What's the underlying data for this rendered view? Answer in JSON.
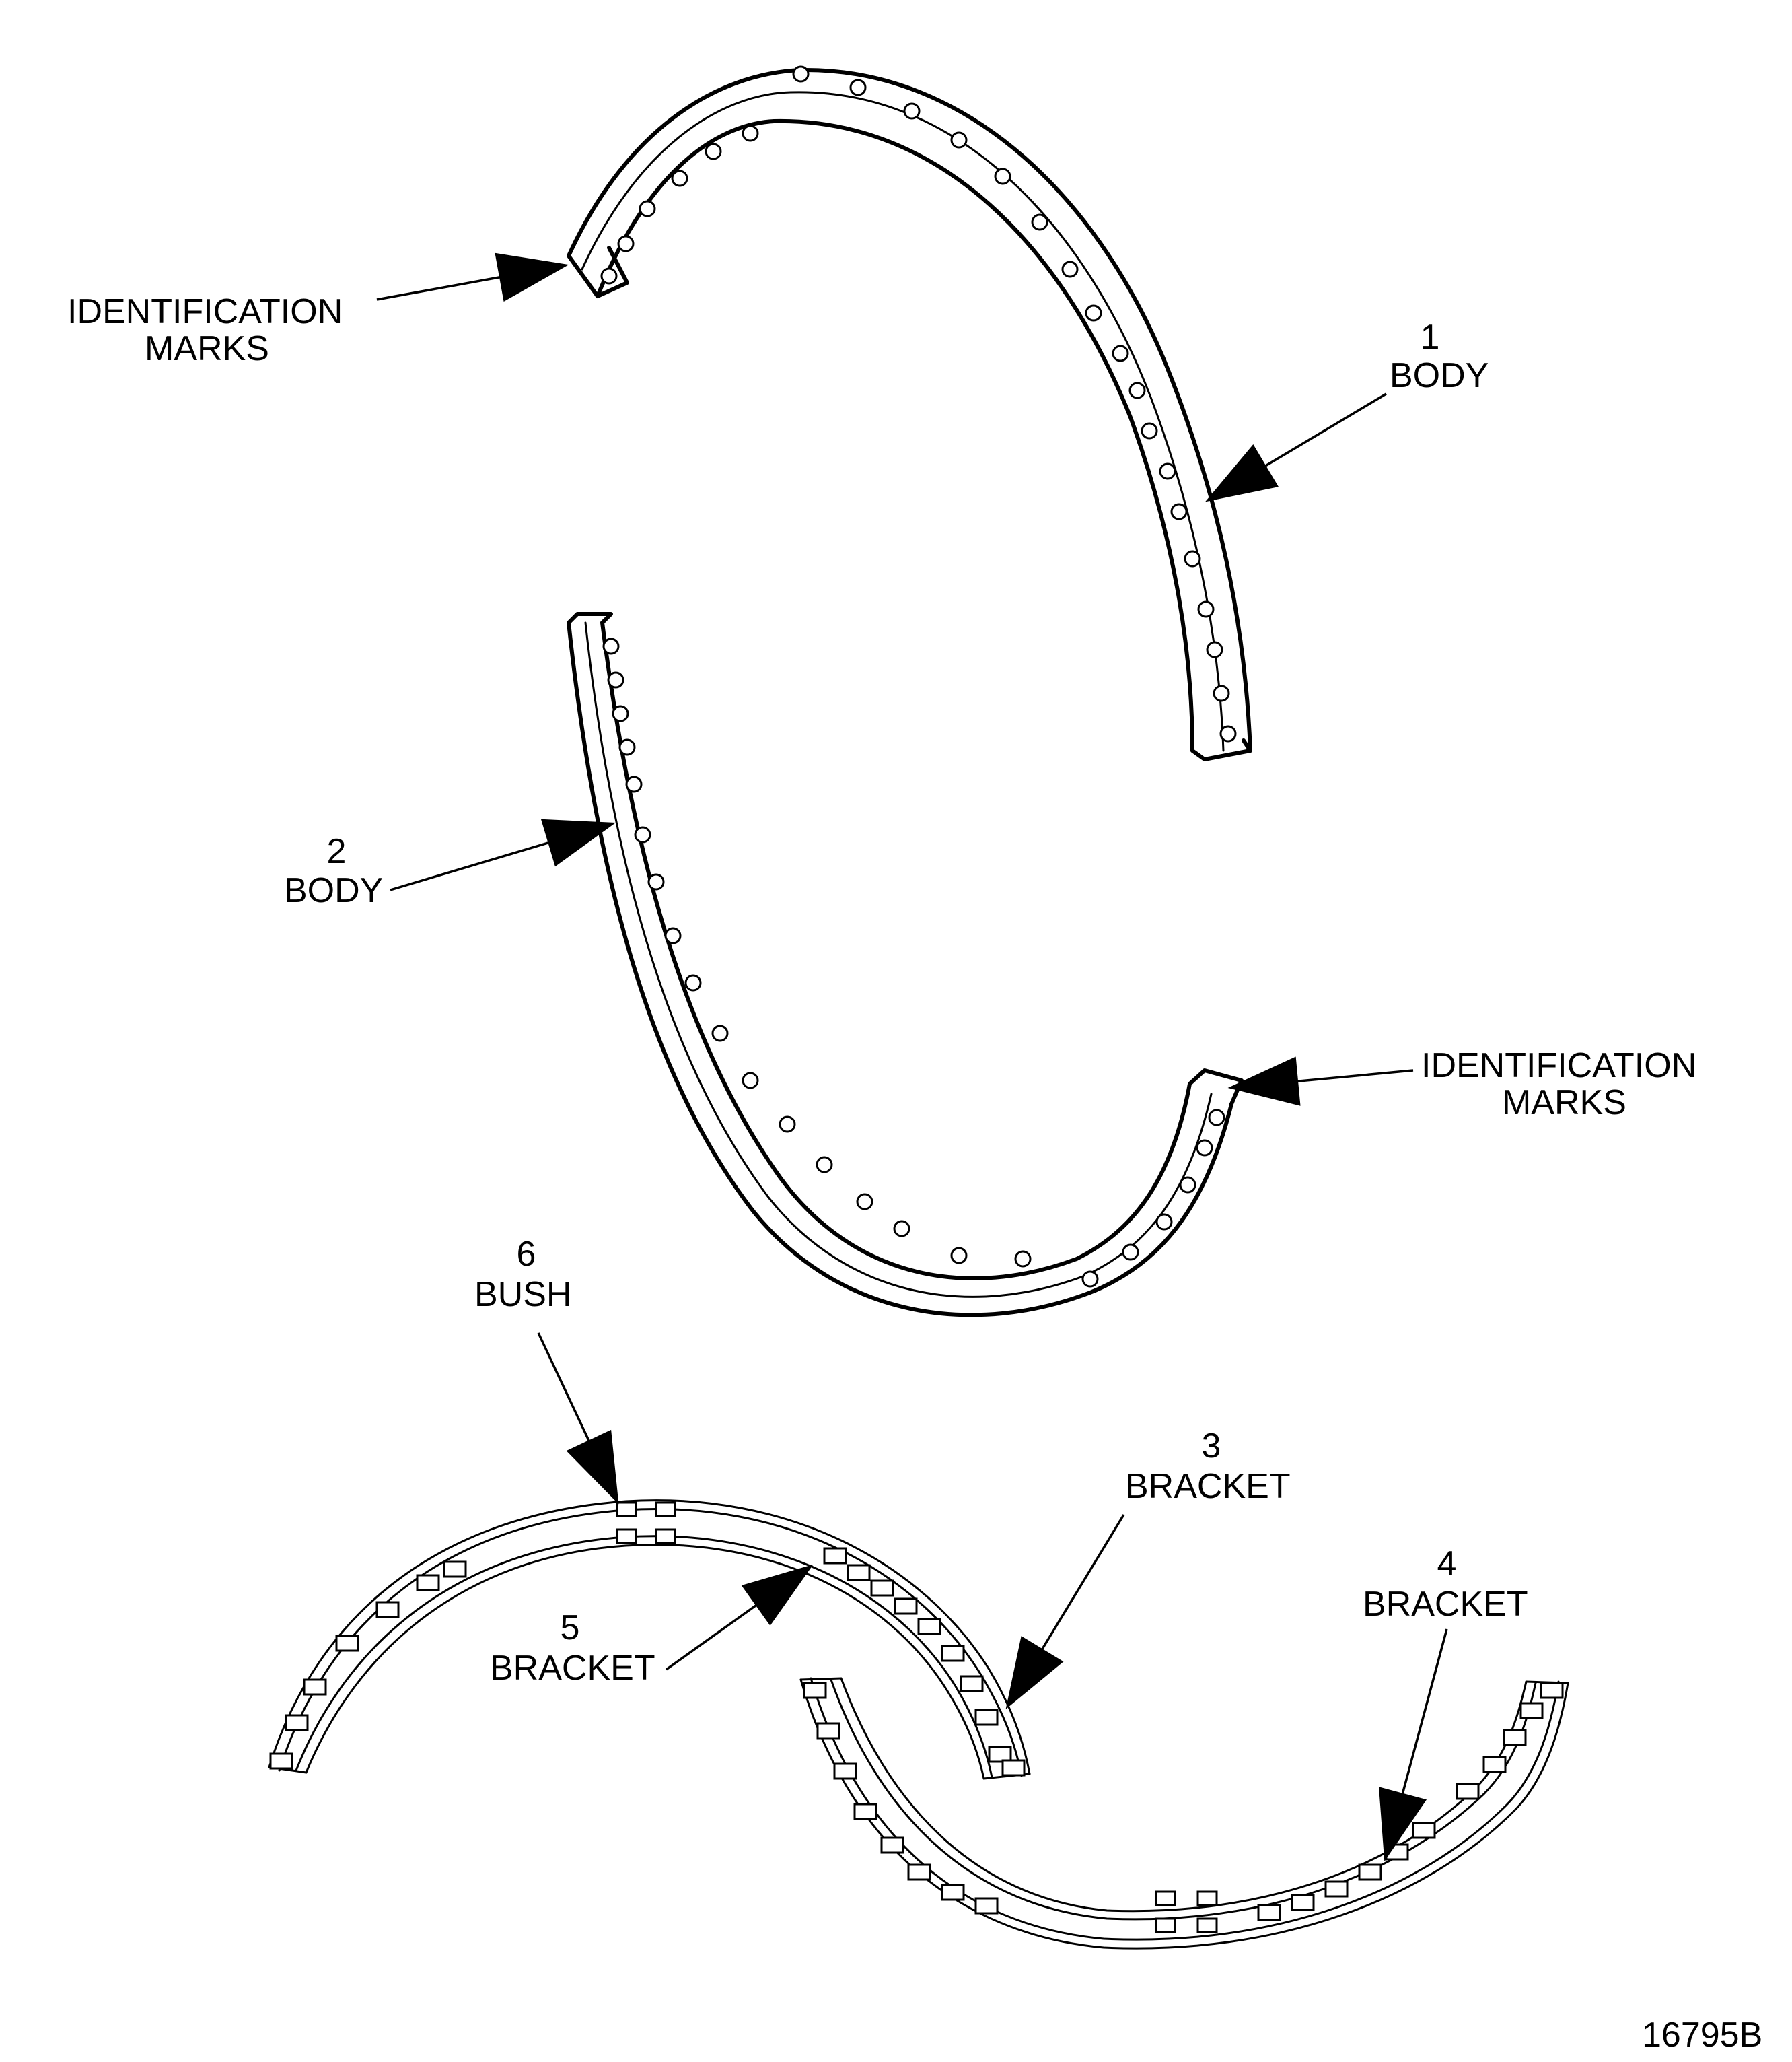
{
  "labels": {
    "id_marks_1": [
      "IDENTIFICATION",
      "MARKS"
    ],
    "body_1": [
      "1",
      "BODY"
    ],
    "body_2": [
      "2",
      "BODY"
    ],
    "id_marks_2": [
      "IDENTIFICATION",
      "MARKS"
    ],
    "bush_6": [
      "6",
      "BUSH"
    ],
    "bracket_3": [
      "3",
      "BRACKET"
    ],
    "bracket_5": [
      "5",
      "BRACKET"
    ],
    "bracket_4": [
      "4",
      "BRACKET"
    ],
    "figure_number": "16795B"
  },
  "colors": {
    "ink": "#000000",
    "paper": "#ffffff"
  }
}
